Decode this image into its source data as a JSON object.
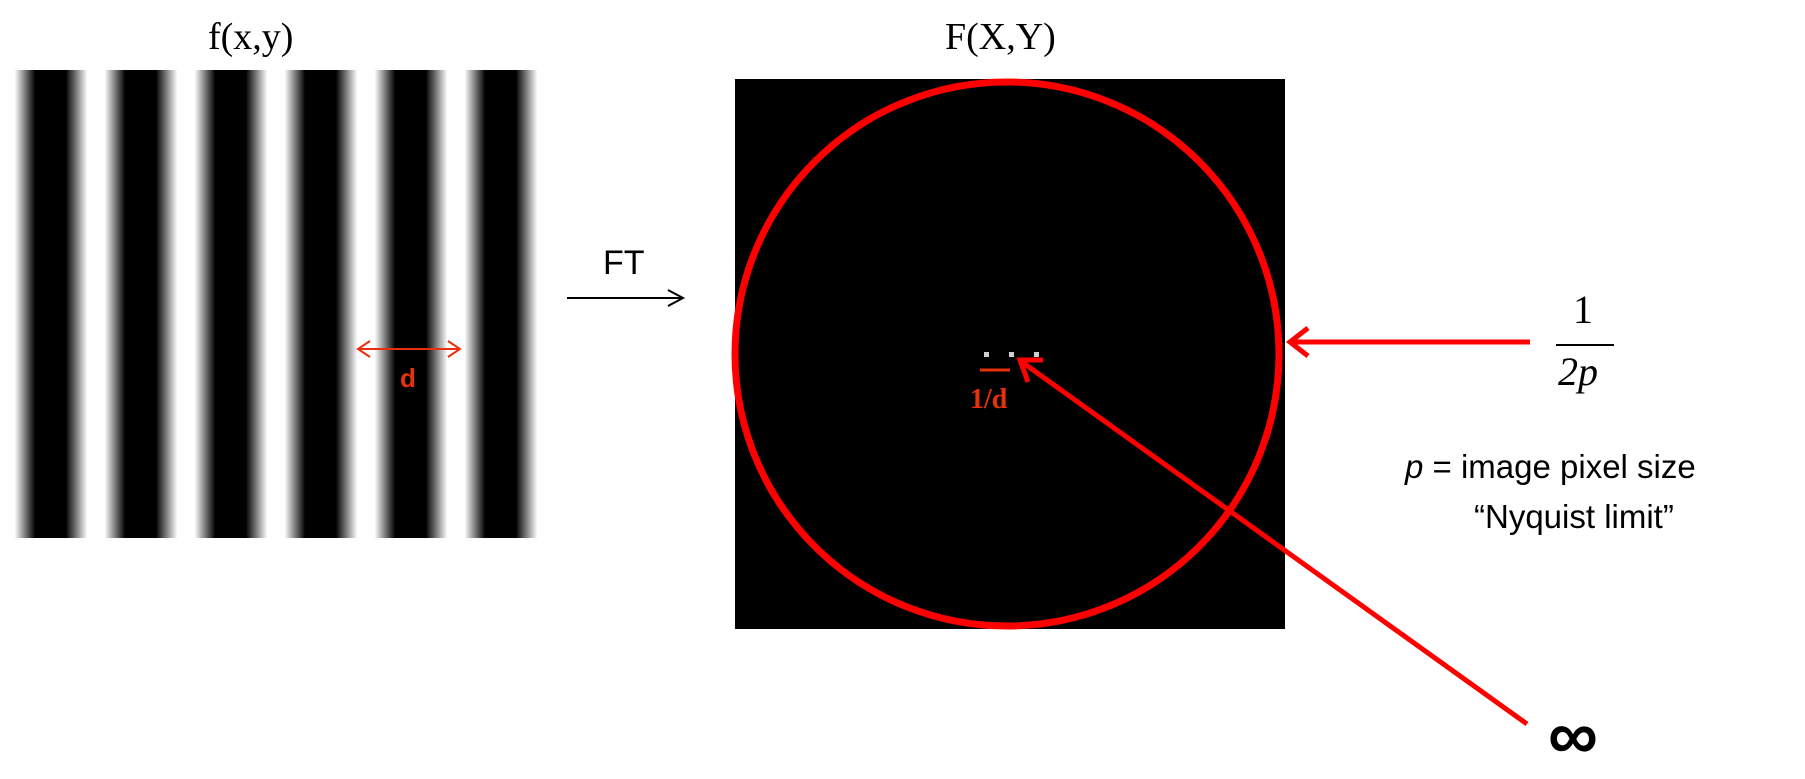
{
  "spatial": {
    "title": "f(x,y)",
    "period_label": "d",
    "stripe_count": 6
  },
  "frequency": {
    "title": "F(X,Y)",
    "spot_label": "1/d"
  },
  "transform": {
    "label": "FT"
  },
  "nyquist": {
    "numerator": "1",
    "denominator": "2p",
    "definition_var": "p",
    "definition_rest": " = image pixel size",
    "name": "“Nyquist limit”"
  },
  "center": {
    "infinity": "∞"
  },
  "colors": {
    "accent": "#ff0000",
    "label_red": "#e8310c",
    "background_dark": "#000000",
    "stripe_light": "#ffffff",
    "text": "#000000"
  }
}
